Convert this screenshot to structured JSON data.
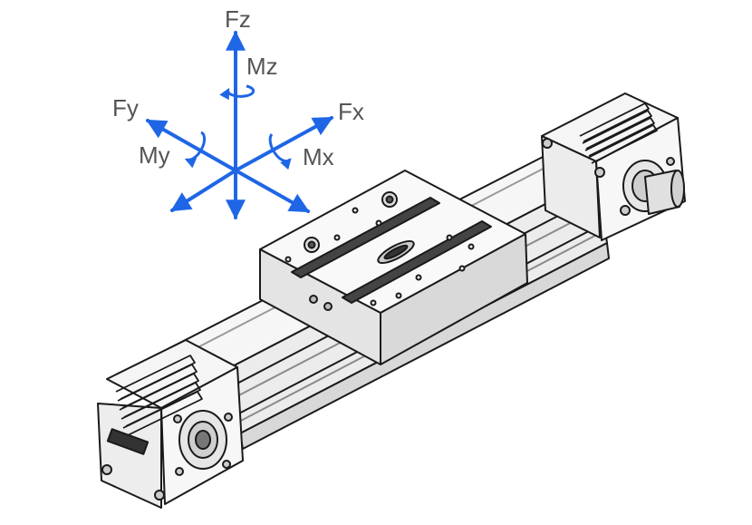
{
  "axes": {
    "fz": "Fz",
    "mz": "Mz",
    "fy": "Fy",
    "my": "My",
    "fx": "Fx",
    "mx": "Mx"
  },
  "colors": {
    "arrow": "#1f66e6",
    "label": "#555555",
    "outline": "#1a1a1a",
    "body": "#f2f2f2",
    "shade": "#bdbdbd"
  },
  "icons": {
    "force-moment-axes": "coordinate-axes-icon",
    "linear-actuator": "linear-actuator-drawing"
  }
}
